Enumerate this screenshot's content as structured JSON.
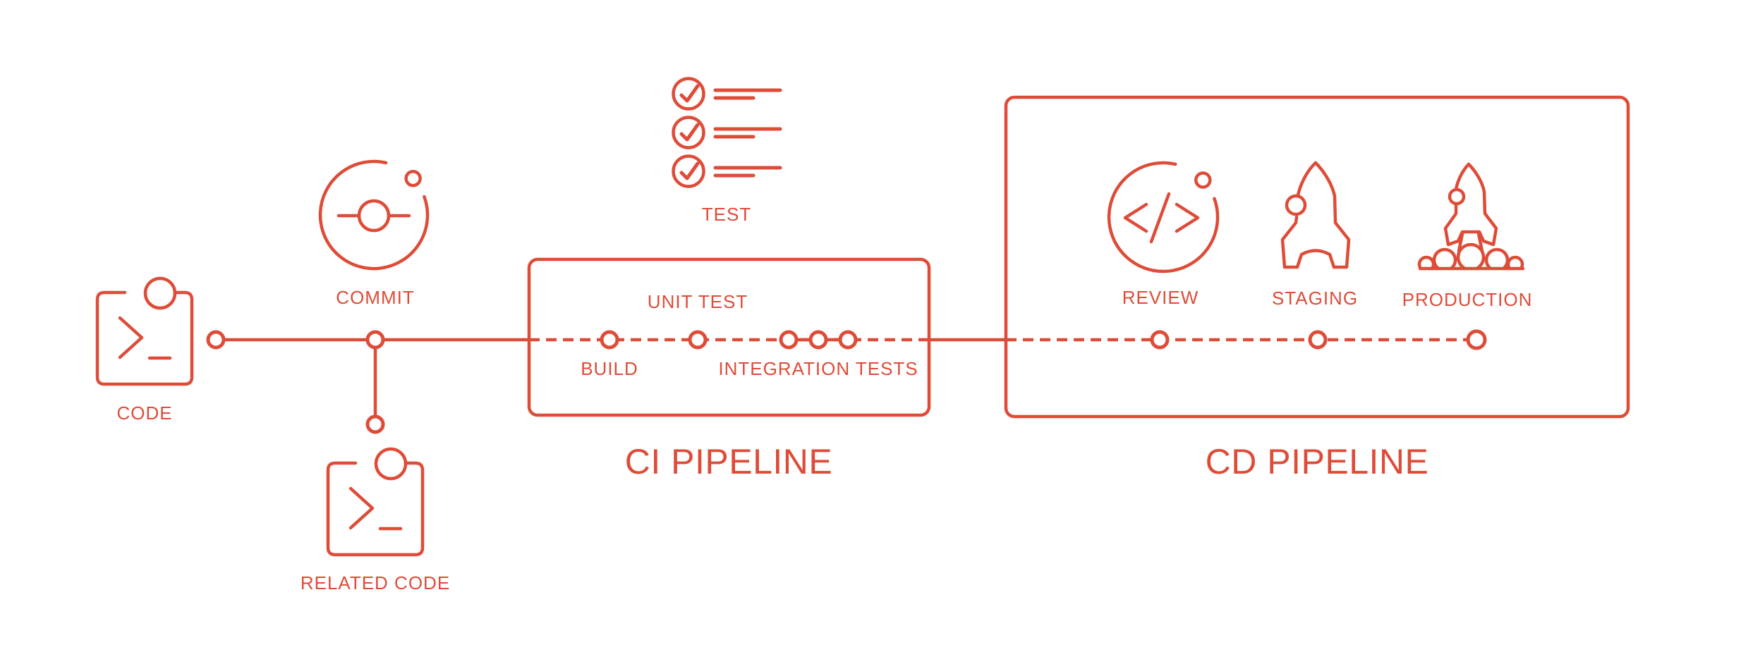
{
  "colors": {
    "accent": "#DE4C38",
    "background": "#FFFFFF"
  },
  "source_stage": {
    "code_label": "CODE",
    "commit_label": "COMMIT",
    "related_code_label": "RELATED CODE",
    "test_label": "TEST"
  },
  "ci_pipeline": {
    "title": "CI PIPELINE",
    "build_label": "BUILD",
    "unit_test_label": "UNIT TEST",
    "integration_tests_label": "INTEGRATION TESTS"
  },
  "cd_pipeline": {
    "title": "CD PIPELINE",
    "review_label": "REVIEW",
    "staging_label": "STAGING",
    "production_label": "PRODUCTION"
  }
}
